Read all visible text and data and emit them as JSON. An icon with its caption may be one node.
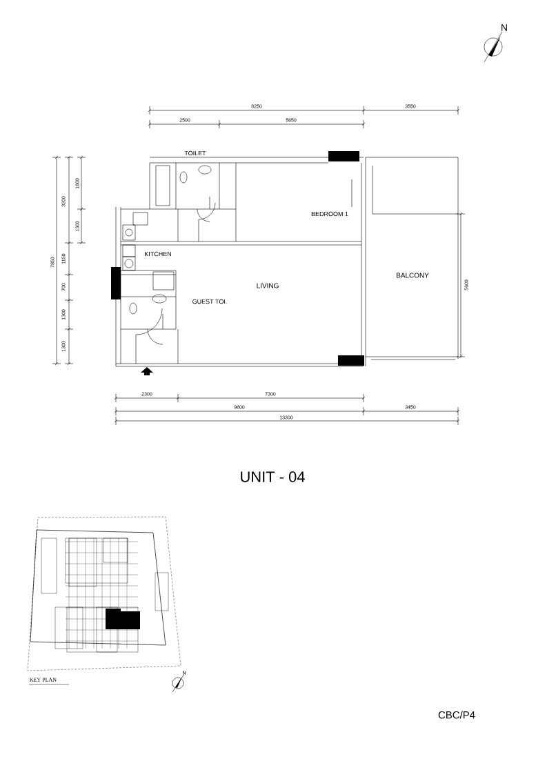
{
  "diagram": {
    "title": "UNIT - 04",
    "labels": [
      "N",
      "8250",
      "3550",
      "2500",
      "5650",
      "TOILET",
      "3200",
      "1800",
      "BEDROOM 1",
      "1300",
      "7850",
      "KITCHEN",
      "1150",
      "700",
      "LIVING",
      "BALCONY",
      "5600",
      "GUEST TOI.",
      "1300",
      "1300",
      "2300",
      "7300",
      "9600",
      "3450",
      "13300",
      "KEY PLAN",
      "N",
      "CBC/P4"
    ]
  }
}
